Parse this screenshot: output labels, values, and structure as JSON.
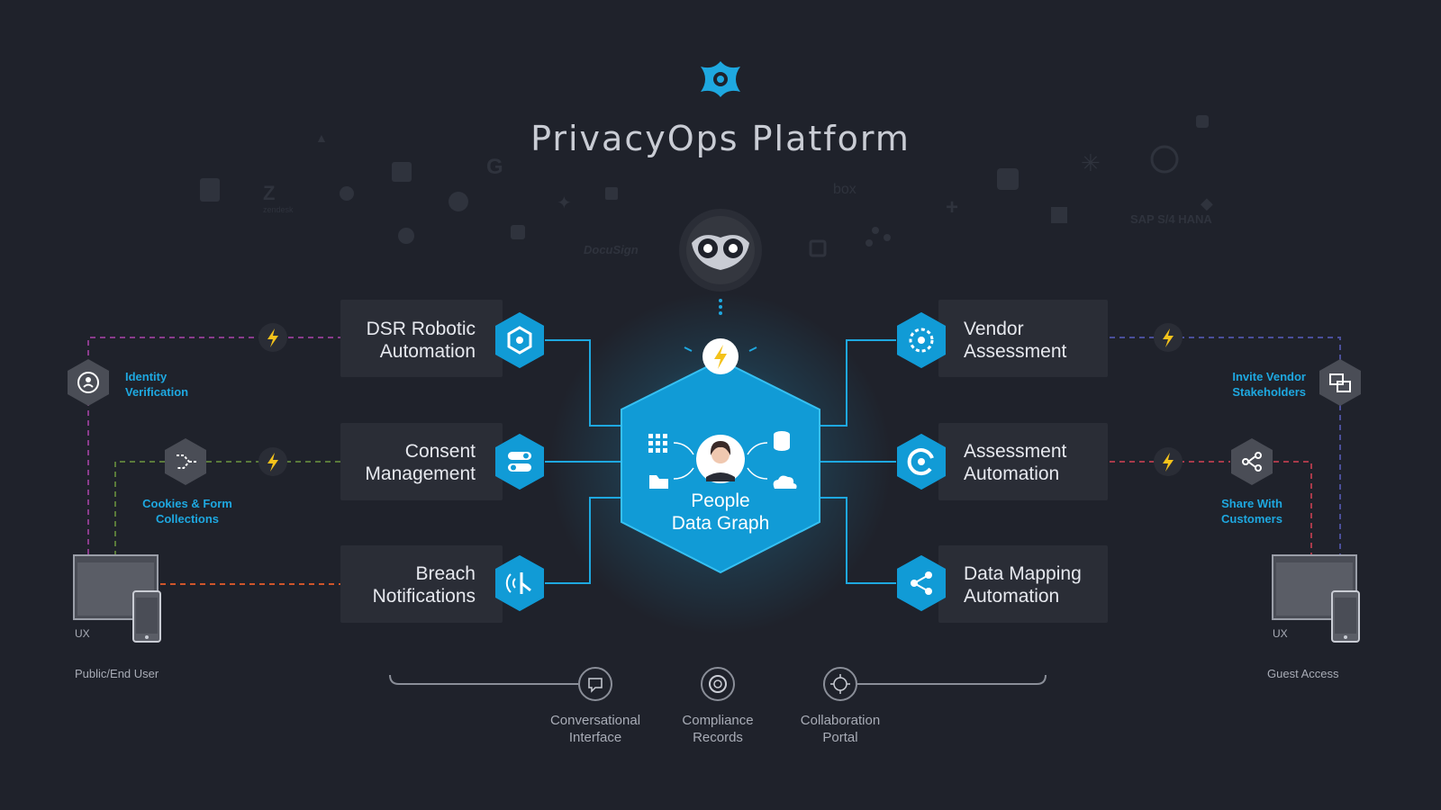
{
  "title": "PrivacyOps Platform",
  "center": {
    "line1": "People",
    "line2": "Data Graph"
  },
  "left_modules": [
    {
      "line1": "DSR Robotic",
      "line2": "Automation"
    },
    {
      "line1": "Consent",
      "line2": "Management"
    },
    {
      "line1": "Breach",
      "line2": "Notifications"
    }
  ],
  "right_modules": [
    {
      "line1": "Vendor",
      "line2": "Assessment"
    },
    {
      "line1": "Assessment",
      "line2": "Automation"
    },
    {
      "line1": "Data Mapping",
      "line2": "Automation"
    }
  ],
  "left_side": {
    "identity": {
      "line1": "Identity",
      "line2": "Verification"
    },
    "cookies": {
      "line1": "Cookies & Form",
      "line2": "Collections"
    },
    "ux": "UX",
    "user": "Public/End User"
  },
  "right_side": {
    "vendor": {
      "line1": "Invite Vendor",
      "line2": "Stakeholders"
    },
    "share": {
      "line1": "Share With",
      "line2": "Customers"
    },
    "ux": "UX",
    "user": "Guest Access"
  },
  "bottom": [
    {
      "line1": "Conversational",
      "line2": "Interface"
    },
    {
      "line1": "Compliance",
      "line2": "Records"
    },
    {
      "line1": "Collaboration",
      "line2": "Portal"
    }
  ],
  "background_logos": [
    "zendesk",
    "box",
    "DocuSign",
    "SAP S/4 HANA"
  ],
  "colors": {
    "accent": "#1ea8e0",
    "background": "#1f222b",
    "box": "#2a2d36",
    "bolt": "#f4c21b"
  }
}
